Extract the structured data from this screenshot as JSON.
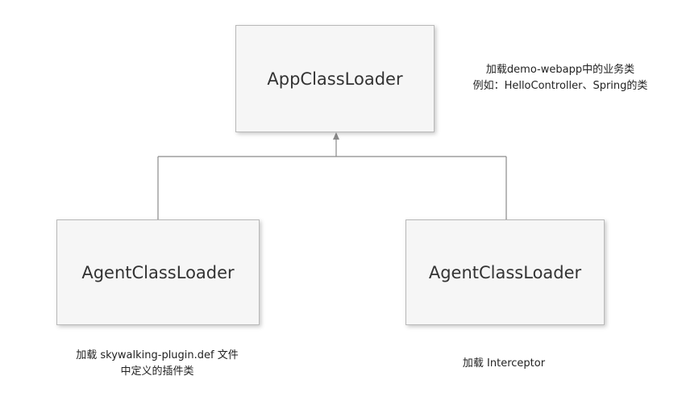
{
  "nodes": {
    "app": {
      "label": "AppClassLoader"
    },
    "agent_left": {
      "label": "AgentClassLoader"
    },
    "agent_right": {
      "label": "AgentClassLoader"
    }
  },
  "notes": {
    "app": {
      "line1": "加载demo-webapp中的业务类",
      "line2": "例如：HelloController、Spring的类"
    },
    "agent_left": {
      "line1": "加载 skywalking-plugin.def 文件",
      "line2": "中定义的插件类"
    },
    "agent_right": {
      "line1": "加载 Interceptor"
    }
  },
  "colors": {
    "box_fill": "#f6f6f6",
    "box_border": "#b9b9b9",
    "connector": "#8a8a8a"
  }
}
